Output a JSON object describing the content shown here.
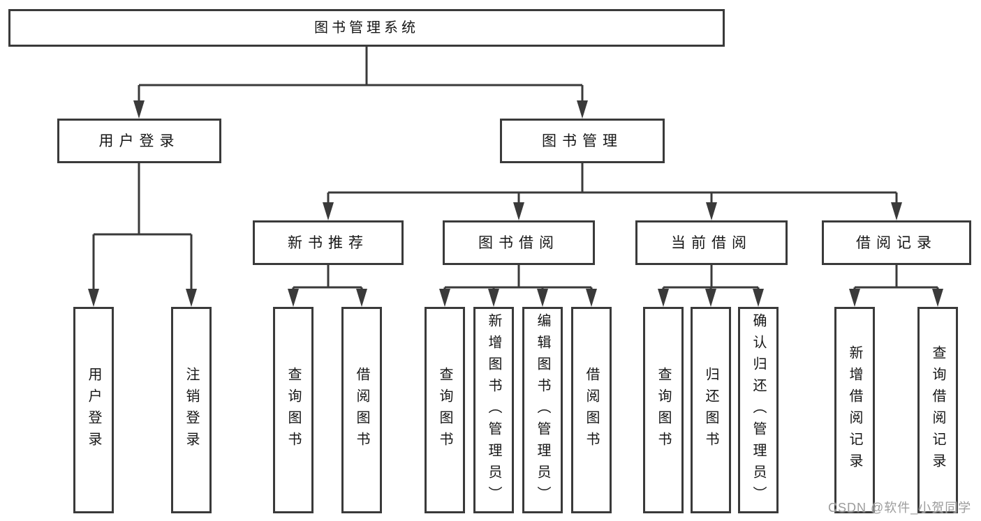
{
  "diagram": {
    "root": {
      "label": "图书管理系统"
    },
    "branches": [
      {
        "label": "用户登录",
        "children": [
          {
            "label": "用户登录"
          },
          {
            "label": "注销登录"
          }
        ]
      },
      {
        "label": "图书管理",
        "children": [
          {
            "label": "新书推荐",
            "children": [
              {
                "label": "查询图书"
              },
              {
                "label": "借阅图书"
              }
            ]
          },
          {
            "label": "图书借阅",
            "children": [
              {
                "label": "查询图书"
              },
              {
                "label": "新增图书（管理员）"
              },
              {
                "label": "编辑图书（管理员）"
              },
              {
                "label": "借阅图书"
              }
            ]
          },
          {
            "label": "当前借阅",
            "children": [
              {
                "label": "查询图书"
              },
              {
                "label": "归还图书"
              },
              {
                "label": "确认归还（管理员）"
              }
            ]
          },
          {
            "label": "借阅记录",
            "children": [
              {
                "label": "新增借阅记录"
              },
              {
                "label": "查询借阅记录"
              }
            ]
          }
        ]
      }
    ]
  },
  "watermark": {
    "text": "CSDN @软件_小贺同学"
  },
  "colors": {
    "line": "#3a3a3a",
    "box_border": "#3a3a3a",
    "box_fill": "#ffffff",
    "text": "#161616",
    "watermark": "#9c9c9c",
    "background": "#ffffff"
  }
}
